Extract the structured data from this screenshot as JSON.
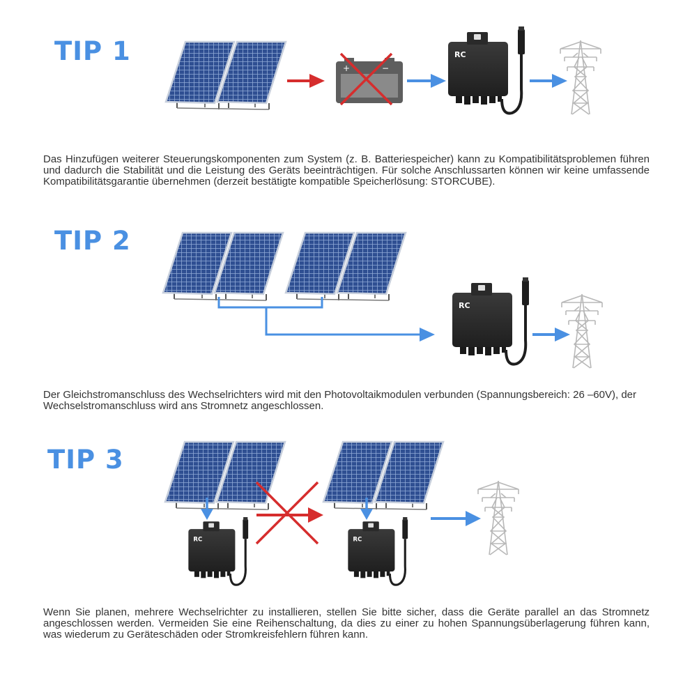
{
  "colors": {
    "accent": "#4a90e2",
    "forbidden": "#d62d2d",
    "panel": "#2f4f92",
    "inverter": "#2b2b2b",
    "tower": "#b8b8b8"
  },
  "tips": [
    {
      "title": "TIP 1",
      "text": "Das Hinzufügen weiterer Steuerungskomponenten zum System (z. B. Batteriespeicher) kann zu Kompatibilitätsproblemen führen und dadurch die Stabilität und die Leistung des Geräts beeinträchtigen. Für solche Anschlussarten können wir keine umfassende Kompatibilitätsgarantie übernehmen (derzeit bestätigte kompatible Speicherlösung: STORCUBE)."
    },
    {
      "title": "TIP 2",
      "text": "Der Gleichstromanschluss des Wechselrichters wird mit den Photovoltaikmodulen verbunden (Spannungsbereich: 26 –60V), der Wechselstromanschluss wird ans Stromnetz angeschlossen."
    },
    {
      "title": "TIP 3",
      "text": "Wenn Sie planen, mehrere Wechselrichter zu installieren, stellen Sie bitte sicher, dass die Geräte parallel an das Stromnetz angeschlossen werden. Vermeiden Sie eine Reihenschaltung, da dies zu einer zu hohen Spannungsüberlagerung führen kann, was wiederum zu Geräteschäden oder Stromkreisfehlern führen kann."
    }
  ],
  "inverter_logo": "RC",
  "battery_plus": "+",
  "battery_minus": "−"
}
